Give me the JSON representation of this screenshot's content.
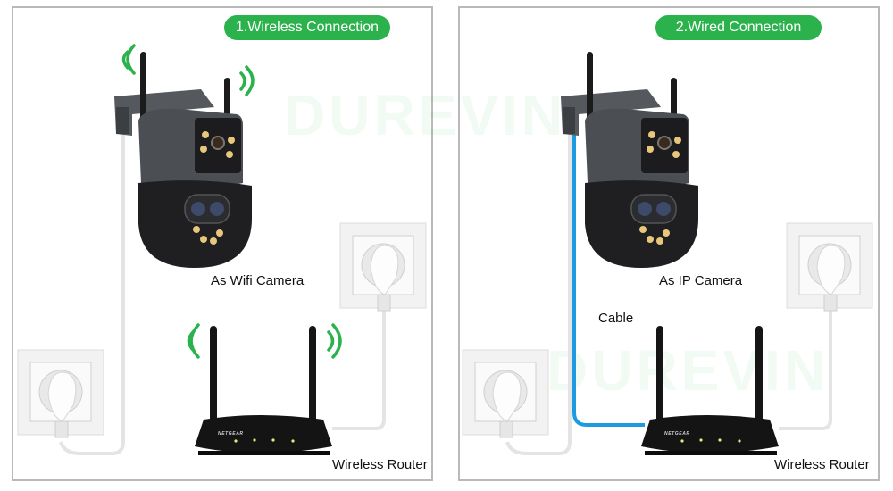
{
  "watermark": "DUREVIN",
  "colors": {
    "accent_green": "#2bb24c",
    "cable_blue": "#1e9be0",
    "border": "#b9b9b9"
  },
  "panels": [
    {
      "title": "1.Wireless Connection",
      "camera_label": "As Wifi Camera",
      "router_label": "Wireless Router"
    },
    {
      "title": "2.Wired Connection",
      "camera_label": "As IP Camera",
      "cable_label": "Cable",
      "router_label": "Wireless Router"
    }
  ],
  "router_brand": "NETGEAR"
}
